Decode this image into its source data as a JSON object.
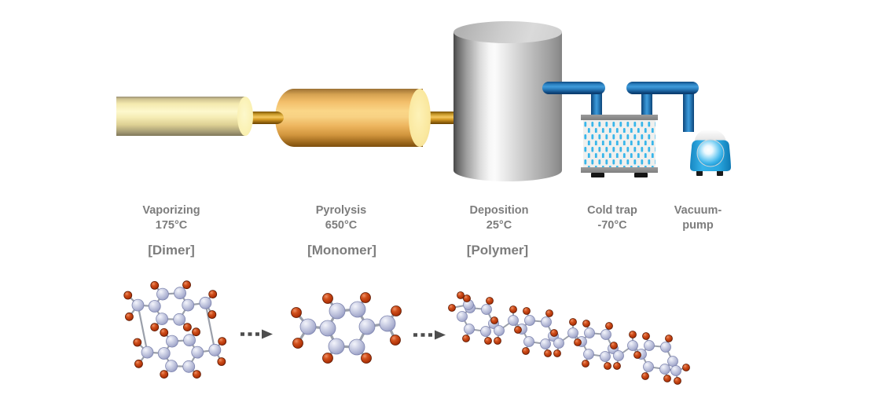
{
  "diagram": {
    "type": "chemical-vapor-deposition-process",
    "stages": [
      {
        "name": "vaporizing",
        "line1": "Vaporizing",
        "line2": "175°C",
        "caption": "[Dimer]"
      },
      {
        "name": "pyrolysis",
        "line1": "Pyrolysis",
        "line2": "650°C",
        "caption": "[Monomer]"
      },
      {
        "name": "deposition",
        "line1": "Deposition",
        "line2": "25°C",
        "caption": "[Polymer]"
      },
      {
        "name": "cold-trap",
        "line1": "Cold trap",
        "line2": "-70°C",
        "caption": ""
      },
      {
        "name": "vacuum-pump",
        "line1": "Vacuum-",
        "line2": "pump",
        "caption": ""
      }
    ],
    "equipment": [
      "vaporizer-tube",
      "connector-tube",
      "pyrolysis-furnace",
      "deposition-chamber",
      "blue-pipe",
      "cold-trap-box",
      "vacuum-pump-unit"
    ],
    "molecules": [
      {
        "name": "dimer-molecule",
        "description": "two stacked para-xylylene rings (paracyclophane)"
      },
      {
        "name": "monomer-molecule",
        "description": "single para-xylylene ring"
      },
      {
        "name": "polymer-molecule",
        "description": "chain of four linked rings (parylene)"
      }
    ],
    "colors": {
      "label_text": "#7d7d7d",
      "pale_cylinder": "#fdf8cd",
      "orange_cylinder": "#f8d284",
      "gold_tube": "#f3c75e",
      "chamber_gray": "#d9d9d9",
      "pipe_blue": "#2d84c4",
      "pump_blue": "#29abe2",
      "cold_trap_dash": "#38b6ea",
      "carbon_atom": "#ccd0e5",
      "hydrogen_atom": "#c13a0c",
      "arrow": "#4d4d4d"
    }
  }
}
